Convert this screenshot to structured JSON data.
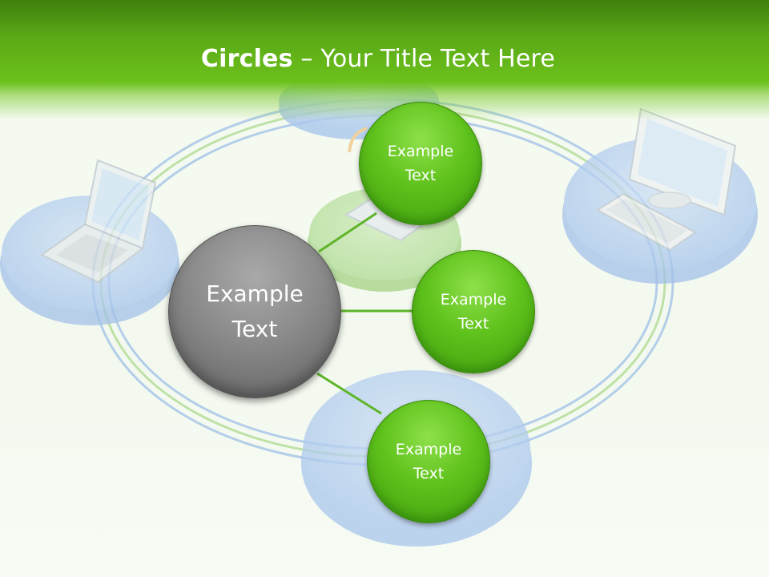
{
  "title": {
    "bold": "Circles",
    "rest": " – Your Title Text Here"
  },
  "main_node": {
    "label": "Example Text"
  },
  "nodes": [
    {
      "label": "Example Text"
    },
    {
      "label": "Example Text"
    },
    {
      "label": "Example Text"
    }
  ],
  "colors": {
    "header_green": "#5aa816",
    "node_green": "#5fc21c",
    "main_grey": "#8a8a8a",
    "ring_blue": "#a9c7e8",
    "ring_green": "#a8d68a",
    "connector": "#5fb52a"
  },
  "background_icons": [
    "laptop-icon",
    "monitor-icon",
    "laptop-icon",
    "laptop-icon"
  ]
}
